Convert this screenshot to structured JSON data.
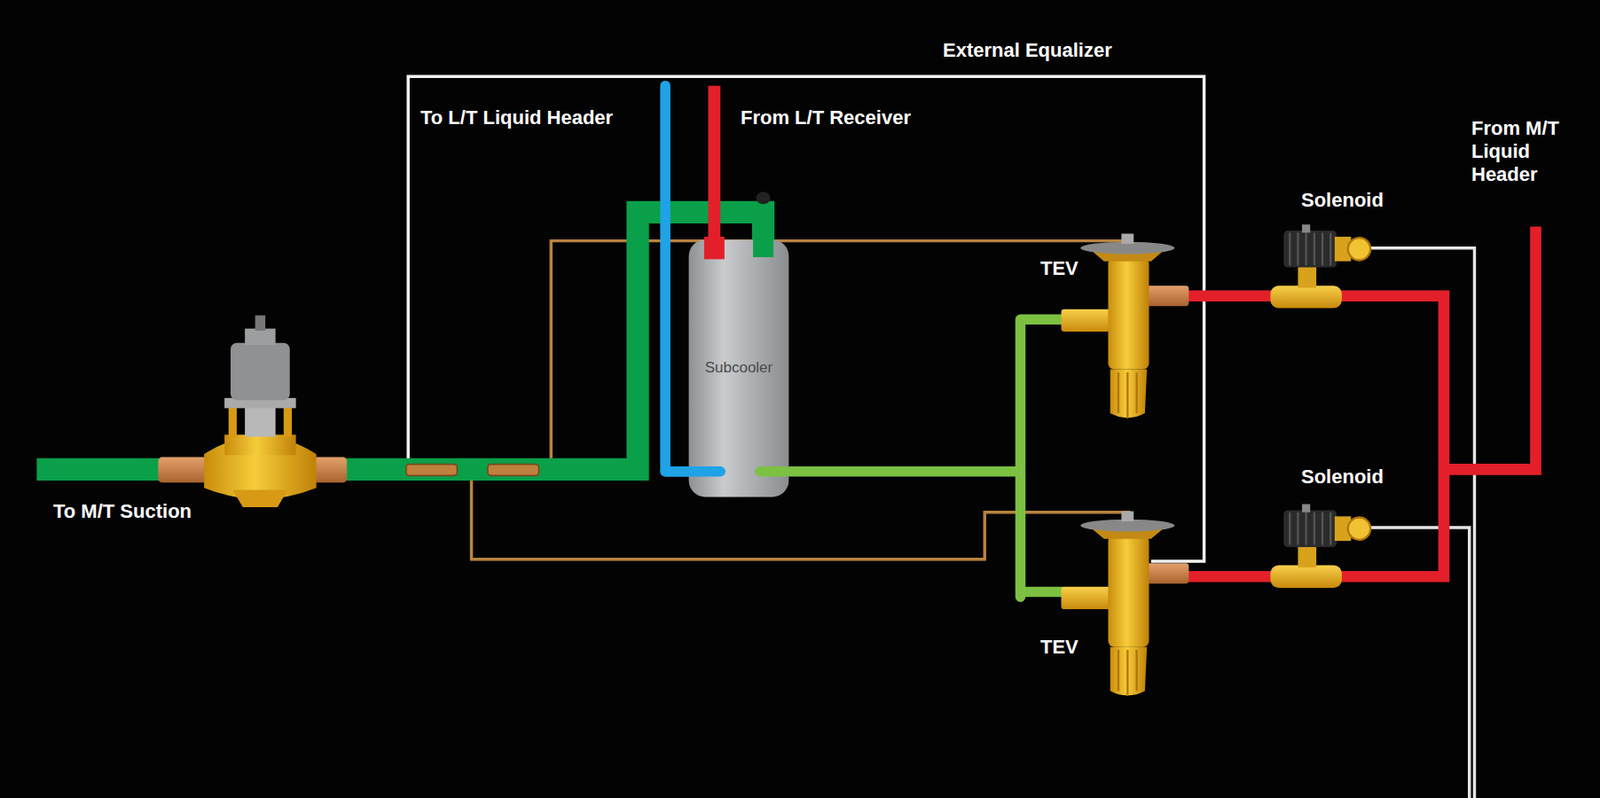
{
  "diagram": {
    "nodes": [
      {
        "text": [
          "Subcooler"
        ]
      }
    ],
    "labels": [
      "External Equalizer",
      "To L/T Liquid Header",
      "From L/T Receiver",
      "Solenoid",
      "From M/T Liquid Header",
      "TEV",
      "Solenoid",
      "To M/T Suction",
      "TEV"
    ]
  }
}
